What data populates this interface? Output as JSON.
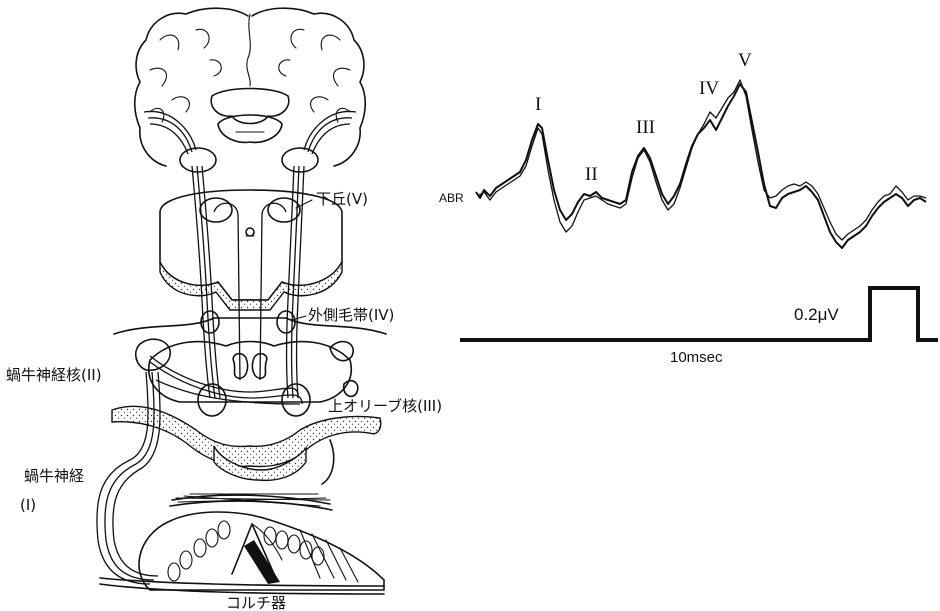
{
  "anatomy_labels": {
    "inferior_colliculus": "下丘(V)",
    "lateral_lemniscus": "外側毛帯(IV)",
    "cochlear_nucleus": "蝸牛神経核(II)",
    "superior_olive": "上オリーブ核(III)",
    "cochlear_nerve": "蝸牛神経",
    "cochlear_nerve_roman": "(I)",
    "organ_of_corti": "コルチ器"
  },
  "abr": {
    "trace_label": "ABR",
    "peaks": [
      "I",
      "II",
      "III",
      "IV",
      "V"
    ]
  },
  "scale": {
    "amplitude": "0.2μV",
    "time": "10msec"
  },
  "colors": {
    "ink": "#111111",
    "paper": "#ffffff"
  }
}
